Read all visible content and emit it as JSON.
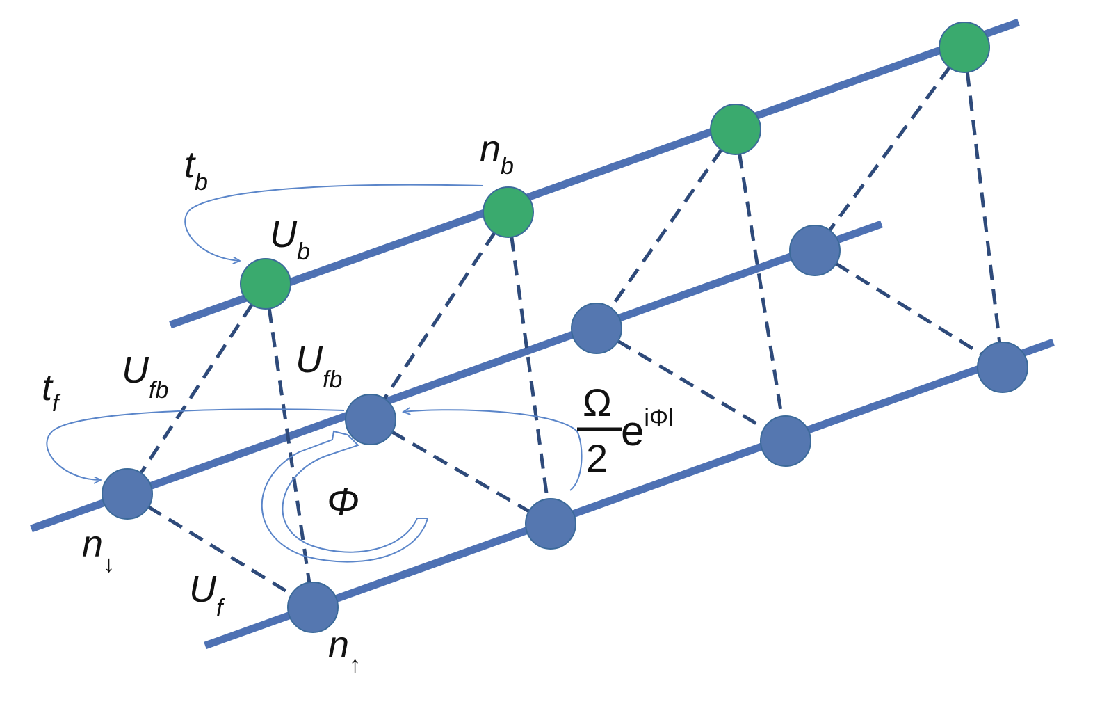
{
  "colors": {
    "chain": "#4e71b3",
    "green_node": "#3aaa6e",
    "blue_node": "#5577b0",
    "dash": "#2e4a7a",
    "arrow": "#5a85c9"
  },
  "labels": {
    "t_b": "t",
    "t_b_sub": "b",
    "n_b": "n",
    "n_b_sub": "b",
    "U_b": "U",
    "U_b_sub": "b",
    "U_fb_left": "U",
    "U_fb_left_sub": "fb",
    "U_fb_right": "U",
    "U_fb_right_sub": "fb",
    "t_f": "t",
    "t_f_sub": "f",
    "phi": "Φ",
    "omega_num": "Ω",
    "omega_den": "2",
    "omega_e": "e",
    "omega_exp": "iΦl",
    "n_down": "n",
    "n_down_sub": "↓",
    "U_f": "U",
    "U_f_sub": "f",
    "n_up": "n",
    "n_up_sub": "↑"
  }
}
